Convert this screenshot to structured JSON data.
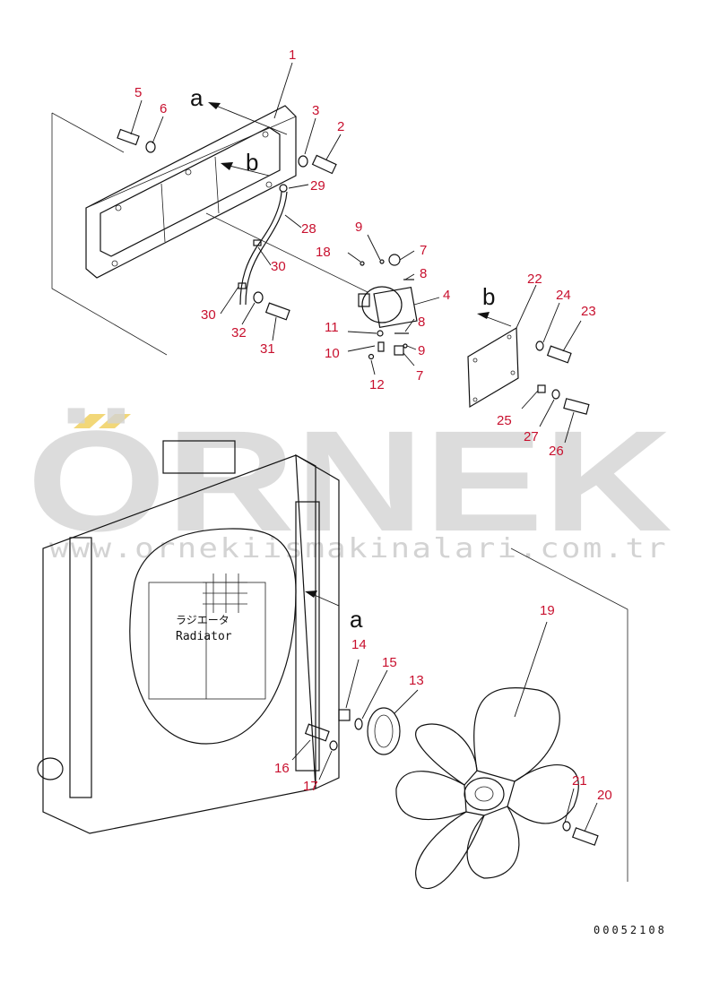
{
  "diagram": {
    "view_markers": {
      "a_top": "a",
      "b_bracket": "b",
      "b_plate": "b",
      "a_radiator": "a"
    },
    "radiator_label_jp": "ラジエータ",
    "radiator_label_en": "Radiator",
    "document_code": "00052108",
    "callouts": {
      "c1": "1",
      "c2": "2",
      "c3": "3",
      "c4": "4",
      "c5": "5",
      "c6": "6",
      "c7a": "7",
      "c7b": "7",
      "c8a": "8",
      "c8b": "8",
      "c9a": "9",
      "c9b": "9",
      "c10": "10",
      "c11": "11",
      "c12": "12",
      "c13": "13",
      "c14": "14",
      "c15": "15",
      "c16": "16",
      "c17": "17",
      "c18": "18",
      "c19": "19",
      "c20": "20",
      "c21": "21",
      "c22": "22",
      "c23": "23",
      "c24": "24",
      "c25": "25",
      "c26": "26",
      "c27": "27",
      "c28": "28",
      "c29": "29",
      "c30a": "30",
      "c30b": "30",
      "c31": "31",
      "c32": "32"
    }
  },
  "watermark": {
    "brand": "ÖRNEK",
    "url": "www.ornekiismakinalari.com.tr",
    "accent_color": "#f0d060"
  }
}
